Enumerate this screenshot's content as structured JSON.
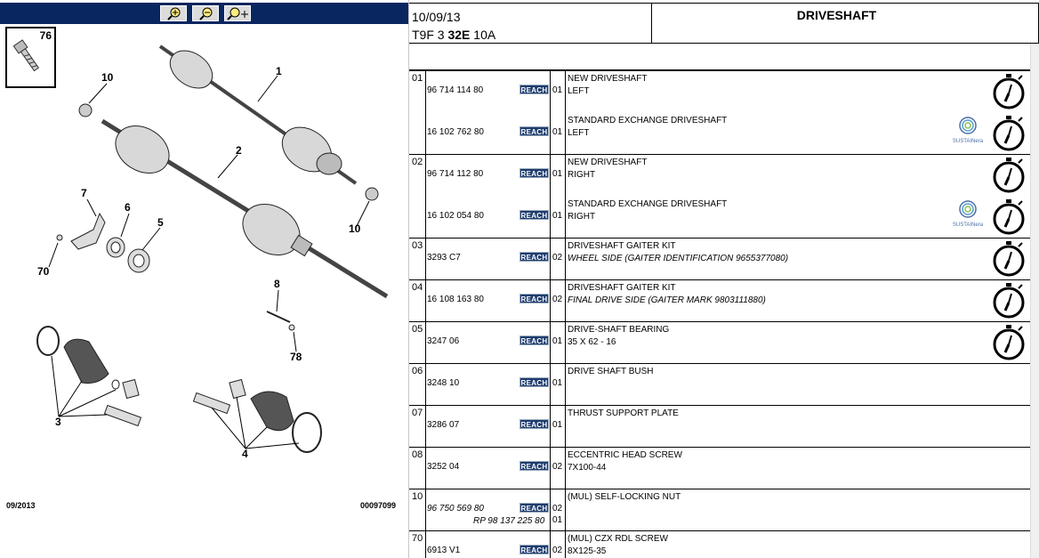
{
  "diagram": {
    "zoom_buttons": [
      "zoom-in-icon",
      "zoom-out-icon",
      "zoom-pan-icon"
    ],
    "thumb_number": "76",
    "callouts": [
      "1",
      "2",
      "10",
      "10",
      "7",
      "6",
      "5",
      "70",
      "8",
      "78",
      "3",
      "4"
    ],
    "footer_date": "09/2013",
    "footer_ref": "00097099"
  },
  "header": {
    "date": "10/09/13",
    "code_prefix": "T9F 3",
    "code_bold": "32E",
    "code_suffix": "10A",
    "title": "DRIVESHAFT"
  },
  "reach_label": "REACH",
  "sustain_label": "SUSTAINera",
  "parts": [
    {
      "item": "01",
      "lines": [
        {
          "pn": "96 714 114 80",
          "qty": "01",
          "desc1": "NEW DRIVESHAFT",
          "desc2": "LEFT",
          "timer": true,
          "sustain": false
        },
        {
          "pn": "16 102 762 80",
          "qty": "01",
          "desc1": "STANDARD EXCHANGE DRIVESHAFT",
          "desc2": "LEFT",
          "timer": true,
          "sustain": true
        }
      ]
    },
    {
      "item": "02",
      "lines": [
        {
          "pn": "96 714 112 80",
          "qty": "01",
          "desc1": "NEW DRIVESHAFT",
          "desc2": "RIGHT",
          "timer": true,
          "sustain": false
        },
        {
          "pn": "16 102 054 80",
          "qty": "01",
          "desc1": "STANDARD EXCHANGE DRIVESHAFT",
          "desc2": "RIGHT",
          "timer": true,
          "sustain": true
        }
      ]
    },
    {
      "item": "03",
      "lines": [
        {
          "pn": "3293 C7",
          "qty": "02",
          "desc1": "DRIVESHAFT GAITER KIT",
          "desc2": "WHEEL SIDE (GAITER IDENTIFICATION 9655377080)",
          "italic2": true,
          "timer": true
        }
      ]
    },
    {
      "item": "04",
      "lines": [
        {
          "pn": "16 108 163 80",
          "qty": "02",
          "desc1": "DRIVESHAFT GAITER KIT",
          "desc2": "FINAL DRIVE SIDE (GAITER MARK 9803111880)",
          "italic2": true,
          "timer": true
        }
      ]
    },
    {
      "item": "05",
      "lines": [
        {
          "pn": "3247 06",
          "qty": "01",
          "desc1": "DRIVE-SHAFT BEARING",
          "desc2": "35 X 62 - 16",
          "timer": true
        }
      ]
    },
    {
      "item": "06",
      "lines": [
        {
          "pn": "3248 10",
          "qty": "01",
          "desc1": "DRIVE SHAFT BUSH",
          "desc2": ""
        }
      ]
    },
    {
      "item": "07",
      "lines": [
        {
          "pn": "3286 07",
          "qty": "01",
          "desc1": "THRUST SUPPORT PLATE",
          "desc2": ""
        }
      ]
    },
    {
      "item": "08",
      "lines": [
        {
          "pn": "3252 04",
          "qty": "02",
          "desc1": "ECCENTRIC HEAD SCREW",
          "desc2": "7X100-44"
        }
      ]
    },
    {
      "item": "10",
      "lines": [
        {
          "pn": "96 750 569 80",
          "qty": "02",
          "desc1": "(MUL) SELF-LOCKING NUT",
          "desc2": "",
          "italic_pn": true,
          "rp": "RP 98 137 225 80",
          "rp_qty": "01"
        }
      ]
    },
    {
      "item": "70",
      "lines": [
        {
          "pn": "6913 V1",
          "qty": "02",
          "desc1": "(MUL) CZX RDL SCREW",
          "desc2": "8X125-35"
        }
      ]
    }
  ]
}
